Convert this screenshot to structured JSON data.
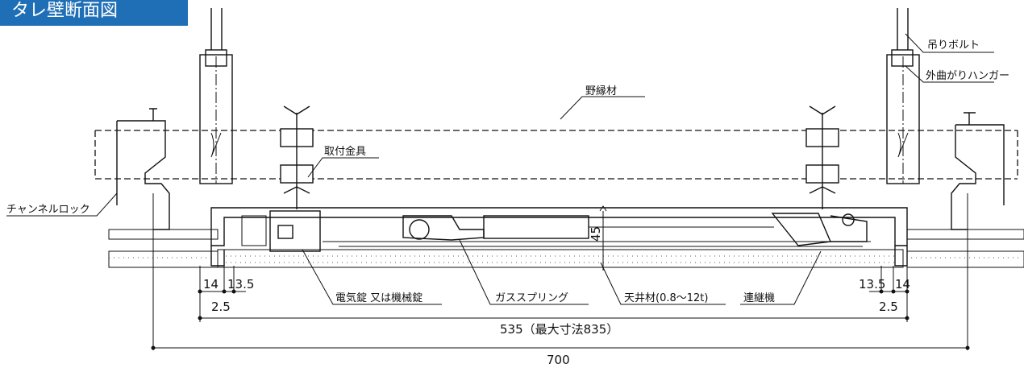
{
  "title": "タレ壁断面図",
  "labels": {
    "hanging_bolt": "吊りボルト",
    "hanger": "外曲がりハンガー",
    "furring": "野縁材",
    "bracket": "取付金具",
    "channel_lock": "チャンネルロック",
    "lock": "電気錠 又は機械錠",
    "gas_spring": "ガススプリング",
    "ceiling": "天井材(0.8～12t)",
    "linkage": "連継機"
  },
  "dims": {
    "left_14": "14",
    "left_13_5": "13.5",
    "left_2_5": "2.5",
    "right_13_5": "13.5",
    "right_14": "14",
    "right_2_5": "2.5",
    "height_45": "45",
    "inner_width": "535（最大寸法835）",
    "outer_width": "700"
  }
}
